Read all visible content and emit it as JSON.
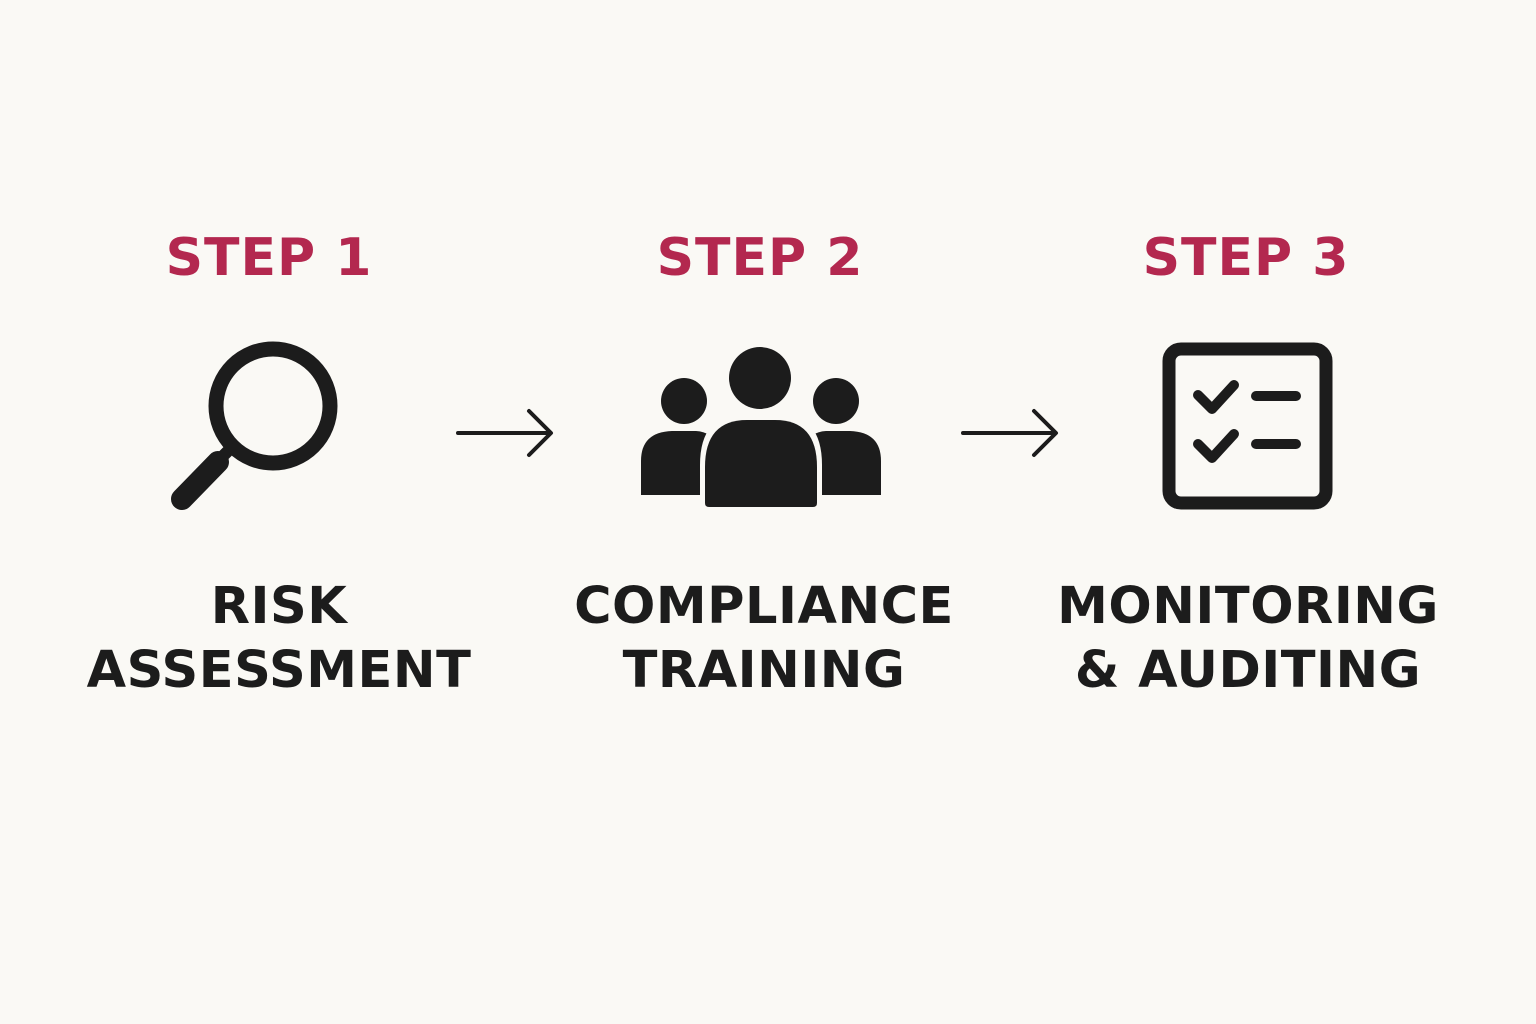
{
  "colors": {
    "background": "#faf9f5",
    "accent": "#b3284f",
    "ink": "#1c1c1c"
  },
  "steps": [
    {
      "label": "STEP 1",
      "title_lines": [
        "RISK",
        "ASSESSMENT"
      ],
      "icon": "magnifying-glass-icon"
    },
    {
      "label": "STEP 2",
      "title_lines": [
        "COMPLIANCE",
        "TRAINING"
      ],
      "icon": "people-group-icon"
    },
    {
      "label": "STEP 3",
      "title_lines": [
        "MONITORING",
        "& AUDITING"
      ],
      "icon": "checklist-icon"
    }
  ],
  "connectors": [
    "arrow-right-icon",
    "arrow-right-icon"
  ]
}
